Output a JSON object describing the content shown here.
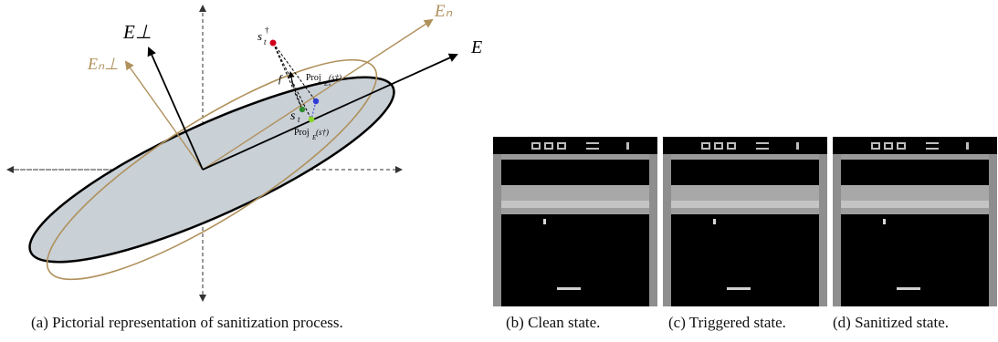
{
  "diagram": {
    "labels": {
      "e_perp": "E⊥",
      "e_n": "Eₙ",
      "e_n_perp": "Eₙ⊥",
      "e": "E",
      "s_dagger": "s",
      "s_dagger_sup": "†",
      "s_dagger_sub": "t",
      "s_t": "s",
      "s_t_sub": "t",
      "f": "f",
      "proj_en": "Proj",
      "proj_en_sub": "Eₙ",
      "proj_en_arg": "(s†)",
      "proj_e": "Proj",
      "proj_e_sub": "E",
      "proj_e_arg": "(s†)"
    },
    "colors": {
      "ellipse_fill": "#c9d0d6",
      "ellipse_stroke": "#000000",
      "en_color": "#b0915c",
      "point_red": "#d0021b",
      "point_blue": "#2e3bd6",
      "point_green": "#2e8b2e",
      "point_lightgreen": "#8ad628"
    }
  },
  "panels": [
    {
      "caption": "(a) Pictorial representation of sanitization process."
    },
    {
      "caption": "(b) Clean state."
    },
    {
      "caption": "(c) Triggered state."
    },
    {
      "caption": "(d) Sanitized state."
    }
  ],
  "game": {
    "score_visible": "000 5 1",
    "colors": {
      "background": "#000000",
      "wall": "#8e8e8e",
      "band": "#a8a8a8",
      "ball": "#d8d8d8"
    }
  }
}
